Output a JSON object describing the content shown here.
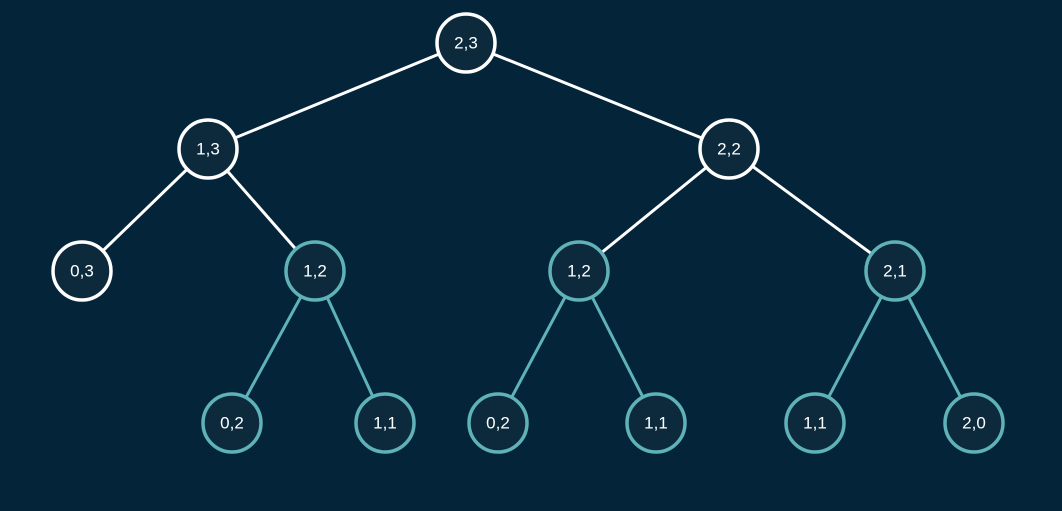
{
  "colors": {
    "background": "#04243a",
    "node_fill": "#0d2a3d",
    "primary": "#ffffff",
    "highlight": "#5fb3b8",
    "label": "#ffffff"
  },
  "tree": {
    "nodes": [
      {
        "id": "n0",
        "label": "2,3",
        "style": "primary"
      },
      {
        "id": "n1",
        "label": "1,3",
        "style": "primary"
      },
      {
        "id": "n2",
        "label": "2,2",
        "style": "primary"
      },
      {
        "id": "n3",
        "label": "0,3",
        "style": "primary"
      },
      {
        "id": "n4",
        "label": "1,2",
        "style": "highlight"
      },
      {
        "id": "n5",
        "label": "1,2",
        "style": "highlight"
      },
      {
        "id": "n6",
        "label": "2,1",
        "style": "highlight"
      },
      {
        "id": "n7",
        "label": "0,2",
        "style": "highlight"
      },
      {
        "id": "n8",
        "label": "1,1",
        "style": "highlight"
      },
      {
        "id": "n9",
        "label": "0,2",
        "style": "highlight"
      },
      {
        "id": "n10",
        "label": "1,1",
        "style": "highlight"
      },
      {
        "id": "n11",
        "label": "1,1",
        "style": "highlight"
      },
      {
        "id": "n12",
        "label": "2,0",
        "style": "highlight"
      }
    ],
    "edges": [
      {
        "from": "n0",
        "to": "n1",
        "style": "primary"
      },
      {
        "from": "n0",
        "to": "n2",
        "style": "primary"
      },
      {
        "from": "n1",
        "to": "n3",
        "style": "primary"
      },
      {
        "from": "n1",
        "to": "n4",
        "style": "primary"
      },
      {
        "from": "n2",
        "to": "n5",
        "style": "primary"
      },
      {
        "from": "n2",
        "to": "n6",
        "style": "primary"
      },
      {
        "from": "n4",
        "to": "n7",
        "style": "highlight"
      },
      {
        "from": "n4",
        "to": "n8",
        "style": "highlight"
      },
      {
        "from": "n5",
        "to": "n9",
        "style": "highlight"
      },
      {
        "from": "n5",
        "to": "n10",
        "style": "highlight"
      },
      {
        "from": "n6",
        "to": "n11",
        "style": "highlight"
      },
      {
        "from": "n6",
        "to": "n12",
        "style": "highlight"
      }
    ]
  }
}
